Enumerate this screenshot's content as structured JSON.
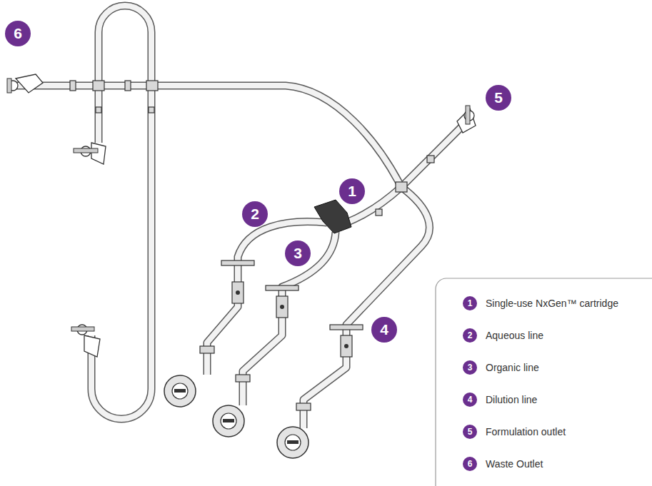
{
  "diagram": {
    "labels": [
      "6",
      "5",
      "1",
      "2",
      "3",
      "4",
      "1",
      "2",
      "3",
      "4",
      "5",
      "6"
    ],
    "legend": [
      {
        "text": "Single-use NxGen™ cartridge",
        "color": "#6b2f8e"
      },
      {
        "text": "Aqueous line",
        "color": "#6b2f8e"
      },
      {
        "text": "Organic line",
        "color": "#6b2f8e"
      },
      {
        "text": "Dilution line",
        "color": "#6b2f8e"
      },
      {
        "text": "Formulation outlet",
        "color": "#6b2f8e"
      },
      {
        "text": "Waste Outlet",
        "color": "#6b2f8e"
      }
    ]
  }
}
